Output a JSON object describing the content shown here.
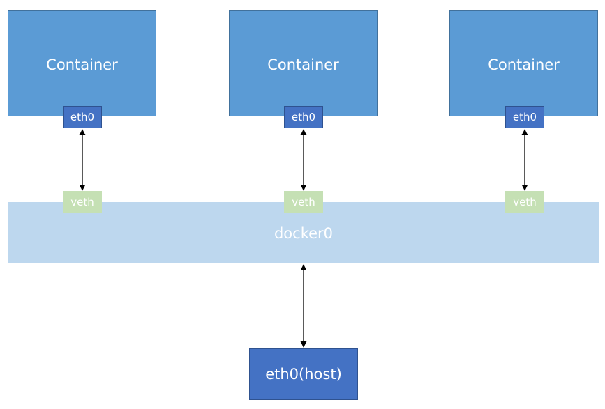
{
  "containers": [
    {
      "label": "Container",
      "interface": "eth0",
      "bridge_port": "veth"
    },
    {
      "label": "Container",
      "interface": "eth0",
      "bridge_port": "veth"
    },
    {
      "label": "Container",
      "interface": "eth0",
      "bridge_port": "veth"
    }
  ],
  "bridge": {
    "label": "docker0"
  },
  "host": {
    "label": "eth0(host)"
  },
  "colors": {
    "container_fill": "#5b9bd5",
    "interface_fill": "#4472c4",
    "bridge_fill": "#bdd7ee",
    "veth_fill": "#c5e0b4",
    "text": "#ffffff",
    "connector": "#000000"
  }
}
